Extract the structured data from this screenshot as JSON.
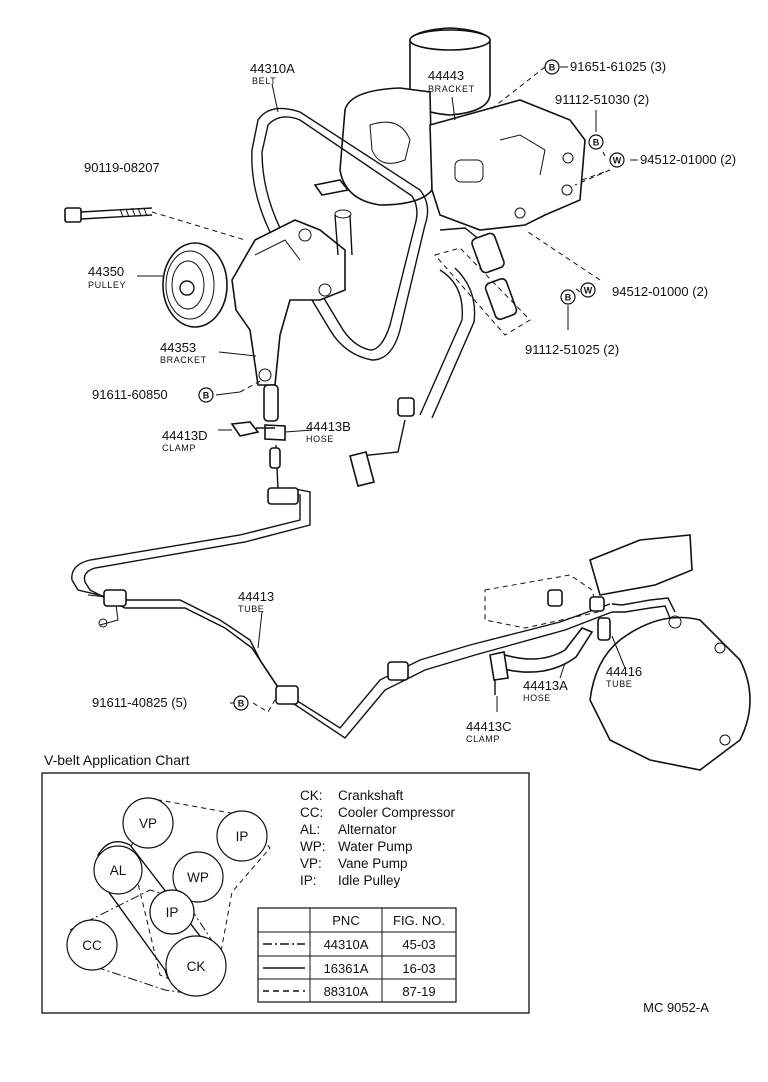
{
  "parts": {
    "belt": {
      "number": "44310A",
      "name": "BELT"
    },
    "bracket_top": {
      "number": "44443",
      "name": "BRACKET"
    },
    "bolt": {
      "number": "90119-08207"
    },
    "pulley": {
      "number": "44350",
      "name": "PULLEY"
    },
    "bracket_pulley": {
      "number": "44353",
      "name": "BRACKET"
    },
    "bolt_91611_60850": {
      "number": "91611-60850"
    },
    "clamp_d": {
      "number": "44413D",
      "name": "CLAMP"
    },
    "hose_b": {
      "number": "44413B",
      "name": "HOSE"
    },
    "tube_main": {
      "number": "44413",
      "name": "TUBE"
    },
    "bolt_91611_40825": {
      "number": "91611-40825 (5)"
    },
    "hose_a": {
      "number": "44413A",
      "name": "HOSE"
    },
    "clamp_c": {
      "number": "44413C",
      "name": "CLAMP"
    },
    "tube_44416": {
      "number": "44416",
      "name": "TUBE"
    },
    "bolt_91651": {
      "number": "91651-61025 (3)"
    },
    "bolt_91112_51030": {
      "number": "91112-51030 (2)"
    },
    "washer_94512_top": {
      "number": "94512-01000 (2)"
    },
    "washer_94512_mid": {
      "number": "94512-01000 (2)"
    },
    "bolt_91112_51025": {
      "number": "91112-51025 (2)"
    }
  },
  "badges": {
    "b": "B",
    "w": "W"
  },
  "chart": {
    "title": "V-belt Application Chart",
    "pulleys": {
      "vp": "VP",
      "ip_top": "IP",
      "al": "AL",
      "wp": "WP",
      "ip_mid": "IP",
      "cc": "CC",
      "ck": "CK"
    },
    "legend": [
      {
        "code": "CK:",
        "desc": "Crankshaft"
      },
      {
        "code": "CC:",
        "desc": "Cooler Compressor"
      },
      {
        "code": "AL:",
        "desc": "Alternator"
      },
      {
        "code": "WP:",
        "desc": "Water Pump"
      },
      {
        "code": "VP:",
        "desc": "Vane Pump"
      },
      {
        "code": "IP:",
        "desc": "Idle Pulley"
      }
    ],
    "table": {
      "headers": [
        "PNC",
        "FIG. NO."
      ],
      "rows": [
        {
          "pnc": "44310A",
          "fig": "45-03",
          "line": "dash-dot"
        },
        {
          "pnc": "16361A",
          "fig": "16-03",
          "line": "solid"
        },
        {
          "pnc": "88310A",
          "fig": "87-19",
          "line": "dashed"
        }
      ]
    }
  },
  "figure_code": "MC 9052-A"
}
